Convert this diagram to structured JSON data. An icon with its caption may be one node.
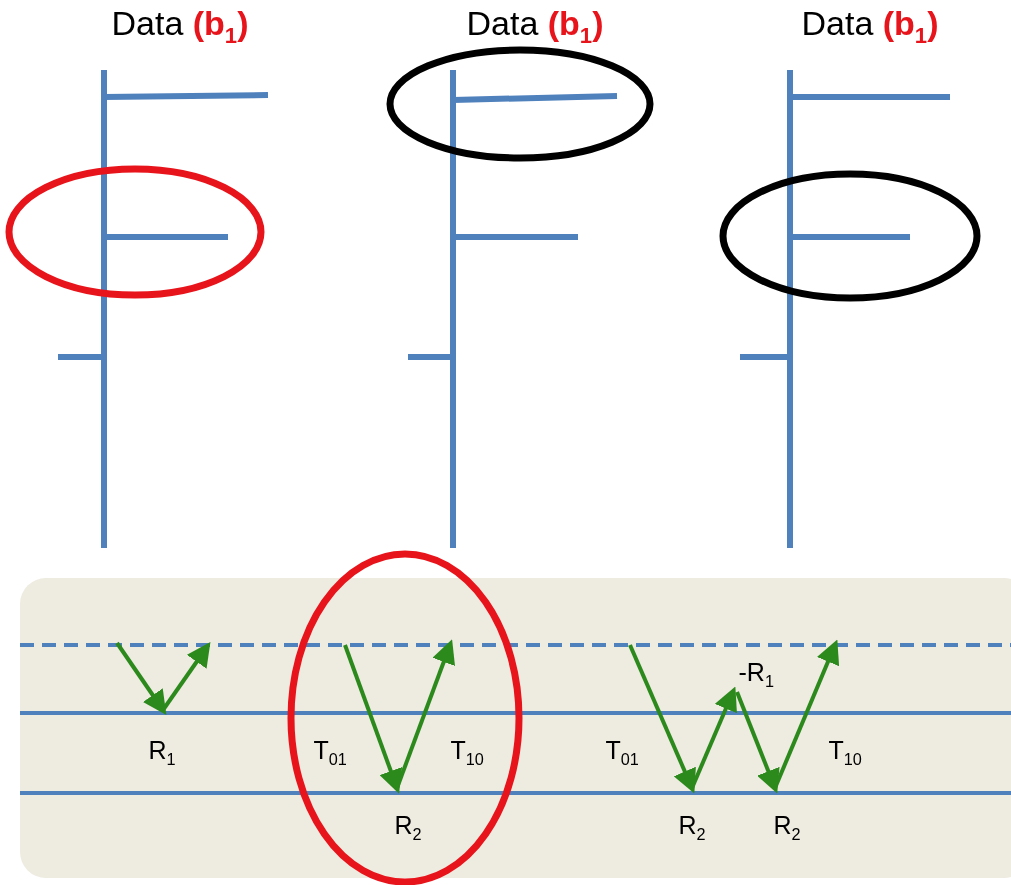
{
  "diagram": {
    "labels": [
      "Data **(b$_{1}$)**",
      "Data **(b$_{1}$)**",
      "Data **(b$_{1}$)**",
      "-R$_{1}$",
      "R$_{1}$",
      "T$_{01}$",
      "T$_{10}$",
      "T$_{01}$",
      "T$_{10}$",
      "R$_{2}$",
      "R$_{2}$",
      "R$_{2}$"
    ]
  }
}
